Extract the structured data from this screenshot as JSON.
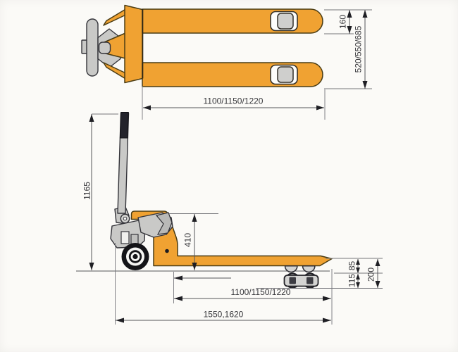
{
  "dims": {
    "top_fork_width": "160",
    "top_overall_width": "520/550/685",
    "top_fork_length": "1100/1150/1220",
    "handle_height": "1165",
    "chassis_height": "410",
    "fork_lowered_height": "85",
    "lift_stroke": "115",
    "fork_raised_height": "200",
    "bottom_fork_length": "1100/1150/1220",
    "overall_length": "1550,1620"
  },
  "colors": {
    "body_orange": "#F0A232",
    "metal_gray": "#C9C9C7",
    "wheel_black": "#141418",
    "dimension_line": "#55555A",
    "background": "#FBFAF7"
  }
}
